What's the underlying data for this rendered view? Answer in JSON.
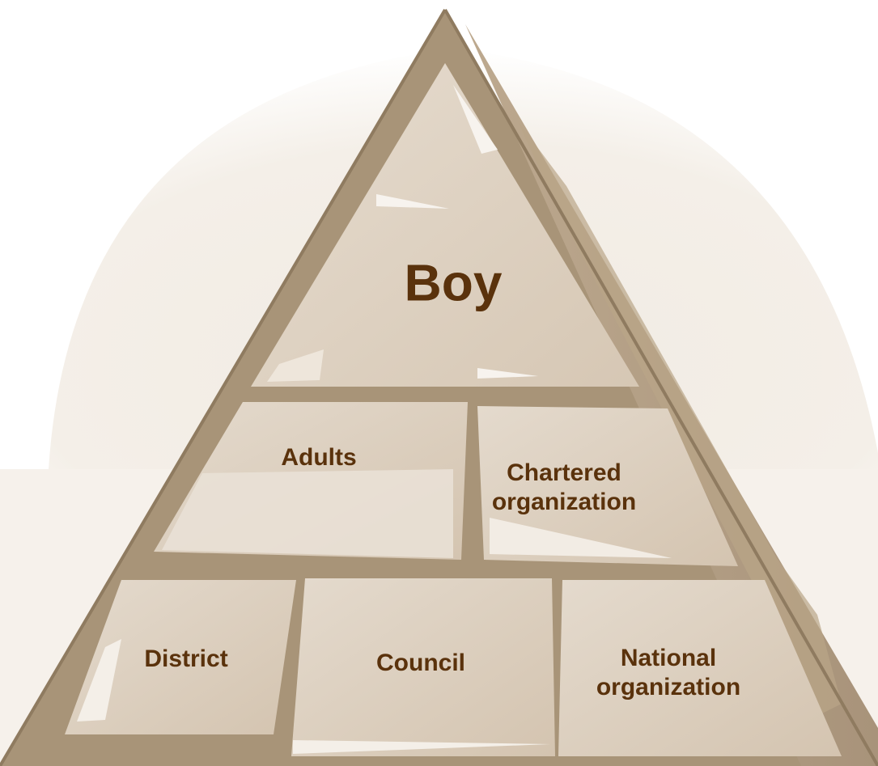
{
  "diagram": {
    "type": "pyramid",
    "tiers": [
      {
        "level": "top",
        "blocks": [
          {
            "lines": [
              "Boy"
            ]
          }
        ]
      },
      {
        "level": "middle",
        "blocks": [
          {
            "lines": [
              "Adults"
            ]
          },
          {
            "lines": [
              "Chartered",
              "organization"
            ]
          }
        ]
      },
      {
        "level": "bottom",
        "blocks": [
          {
            "lines": [
              "District"
            ]
          },
          {
            "lines": [
              "Council"
            ]
          },
          {
            "lines": [
              "National",
              "organization"
            ]
          }
        ]
      }
    ],
    "colors": {
      "frame": "#a89478",
      "frame_dark": "#8f7b60",
      "block_fill": "#dccfbf",
      "block_light": "#ece4d9",
      "glow": "#f1ebe3",
      "text": "#5a320c"
    }
  }
}
